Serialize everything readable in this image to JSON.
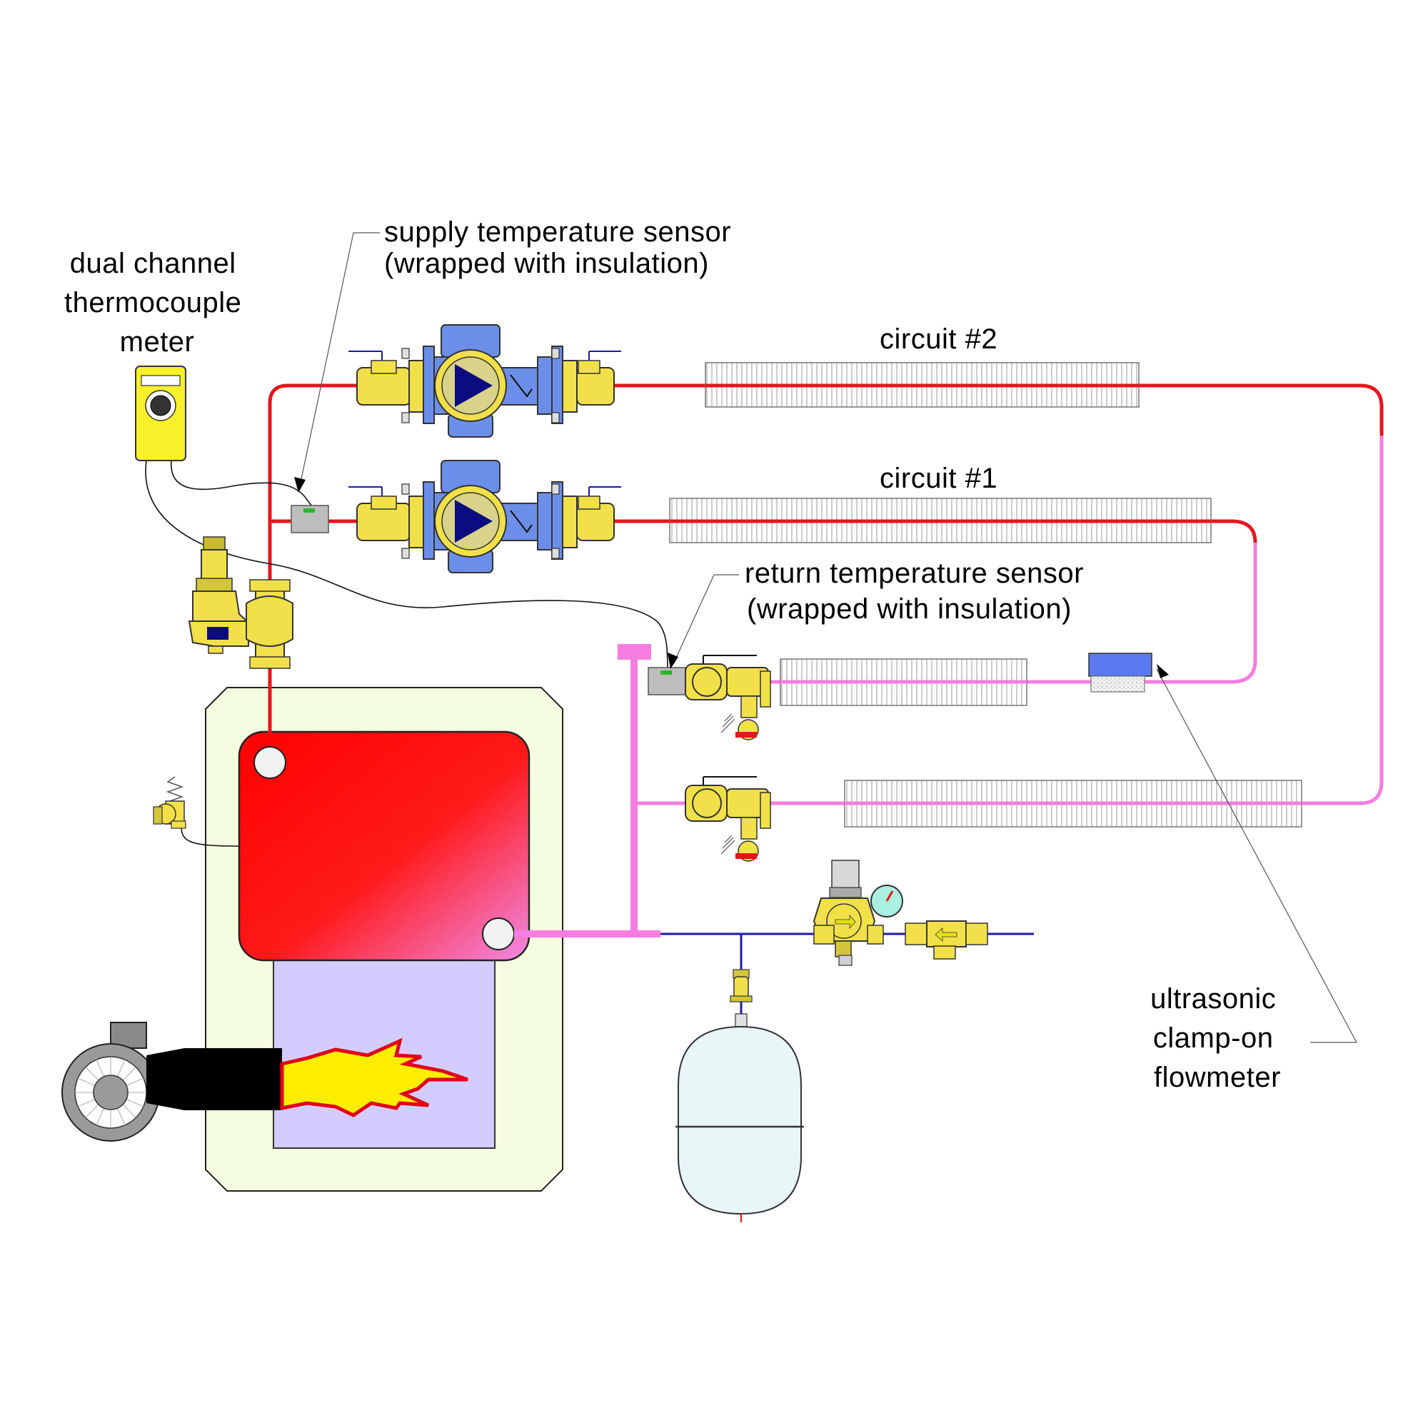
{
  "labels": {
    "meter": [
      "dual channel",
      "thermocouple",
      "meter"
    ],
    "supply_sensor": [
      "supply temperature sensor",
      "(wrapped with insulation)"
    ],
    "return_sensor": [
      "return temperature sensor",
      "(wrapped with insulation)"
    ],
    "circuit_2": "circuit #2",
    "circuit_1": "circuit #1",
    "flowmeter": [
      "ultrasonic",
      "clamp-on",
      "flowmeter"
    ]
  },
  "colors": {
    "supply_pipe": "#e8141c",
    "return_pipe": "#f57de0",
    "cold_water_pipe": "#1a1aa8",
    "brass": "#f2e04a",
    "pump_body": "#6b8ee8",
    "meter_body": "#f7f02a",
    "boiler_jacket": "#f5fde0",
    "combustion_chamber": "#d4ccff",
    "expansion_tank": "#e8f6f8",
    "flowmeter_head": "#5a78f0"
  },
  "icons": [
    "thermocouple-meter-icon",
    "circulator-pump-icon",
    "ball-valve-icon",
    "air-separator-icon",
    "relief-valve-icon",
    "pressure-reducing-valve-icon",
    "backflow-preventer-icon",
    "expansion-tank-icon",
    "oil-burner-icon",
    "flame-icon",
    "baseboard-fin-tube-icon",
    "purge-valve-icon"
  ]
}
